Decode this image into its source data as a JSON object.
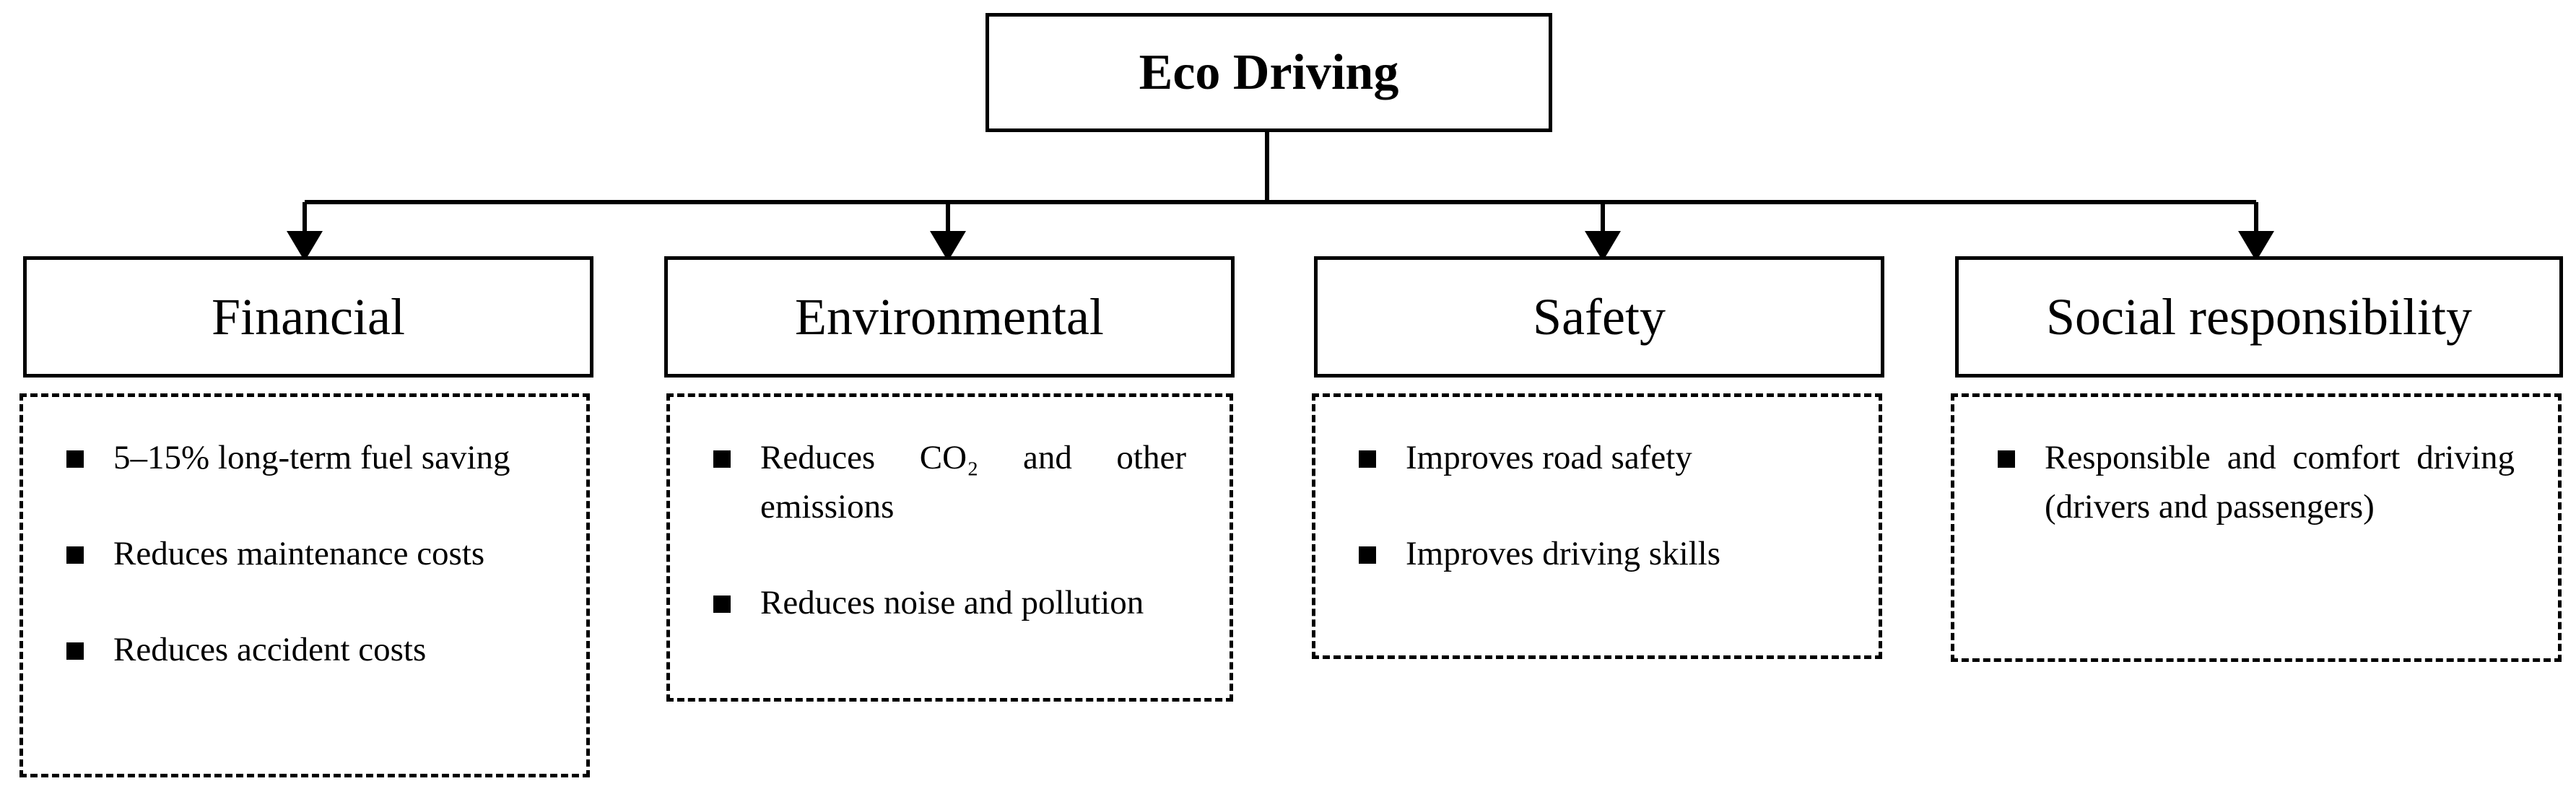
{
  "root": {
    "label": "Eco Driving"
  },
  "categories": [
    {
      "label": "Financial",
      "items": [
        "5–15% long-term fuel saving",
        "Reduces maintenance costs",
        "Reduces accident costs"
      ]
    },
    {
      "label": "Environmental",
      "items": [
        "Reduces CO₂ and other emissions",
        "Reduces noise and pollution"
      ]
    },
    {
      "label": "Safety",
      "items": [
        "Improves road safety",
        "Improves driving skills"
      ]
    },
    {
      "label": "Social responsibility",
      "items": [
        "Responsible and comfort driving (drivers and passengers)"
      ]
    }
  ],
  "colors": {
    "line": "#000000",
    "background": "#ffffff"
  }
}
